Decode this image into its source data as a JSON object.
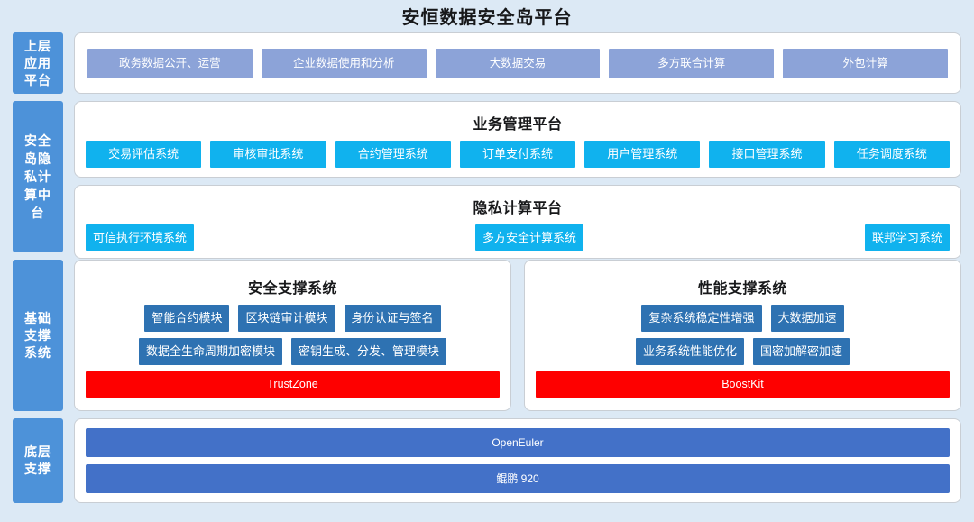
{
  "page": {
    "title": "安恒数据安全岛平台",
    "background_color": "#dce9f5",
    "tab_color": "#4d92d9",
    "app_chip_color": "#8ca3d8",
    "cyan_chip_color": "#10b2ee",
    "navy_chip_color": "#2e72b2",
    "red_chip_color": "#fe0000",
    "base_chip_color": "#4371c8"
  },
  "tiers": [
    {
      "tab_label": "上层应用平台",
      "name": "application-platform",
      "apps": [
        {
          "label": "政务数据公开、运营"
        },
        {
          "label": "企业数据使用和分析"
        },
        {
          "label": "大数据交易"
        },
        {
          "label": "多方联合计算"
        },
        {
          "label": "外包计算"
        }
      ]
    },
    {
      "tab_label": "安全岛隐私计算中台",
      "name": "privacy-computing-midend",
      "business_platform": {
        "title": "业务管理平台",
        "systems": [
          {
            "label": "交易评估系统"
          },
          {
            "label": "审核审批系统"
          },
          {
            "label": "合约管理系统"
          },
          {
            "label": "订单支付系统"
          },
          {
            "label": "用户管理系统"
          },
          {
            "label": "接口管理系统"
          },
          {
            "label": "任务调度系统"
          }
        ]
      },
      "privacy_platform": {
        "title": "隐私计算平台",
        "systems": [
          {
            "label": "可信执行环境系统"
          },
          {
            "label": "多方安全计算系统"
          },
          {
            "label": "联邦学习系统"
          }
        ]
      }
    },
    {
      "tab_label": "基础支撑系统",
      "name": "foundation-support-system",
      "security_support": {
        "title": "安全支撑系统",
        "row1": [
          {
            "label": "智能合约模块"
          },
          {
            "label": "区块链审计模块"
          },
          {
            "label": "身份认证与签名"
          }
        ],
        "row2": [
          {
            "label": "数据全生命周期加密模块"
          },
          {
            "label": "密钥生成、分发、管理模块"
          }
        ],
        "highlight": {
          "label": "TrustZone"
        }
      },
      "performance_support": {
        "title": "性能支撑系统",
        "row1": [
          {
            "label": "复杂系统稳定性增强"
          },
          {
            "label": "大数据加速"
          }
        ],
        "row2": [
          {
            "label": "业务系统性能优化"
          },
          {
            "label": "国密加解密加速"
          }
        ],
        "highlight": {
          "label": "BoostKit"
        }
      }
    },
    {
      "tab_label": "底层支撑",
      "name": "bottom-support",
      "layers": [
        {
          "label": "OpenEuler"
        },
        {
          "label": "鲲鹏 920"
        }
      ]
    }
  ]
}
